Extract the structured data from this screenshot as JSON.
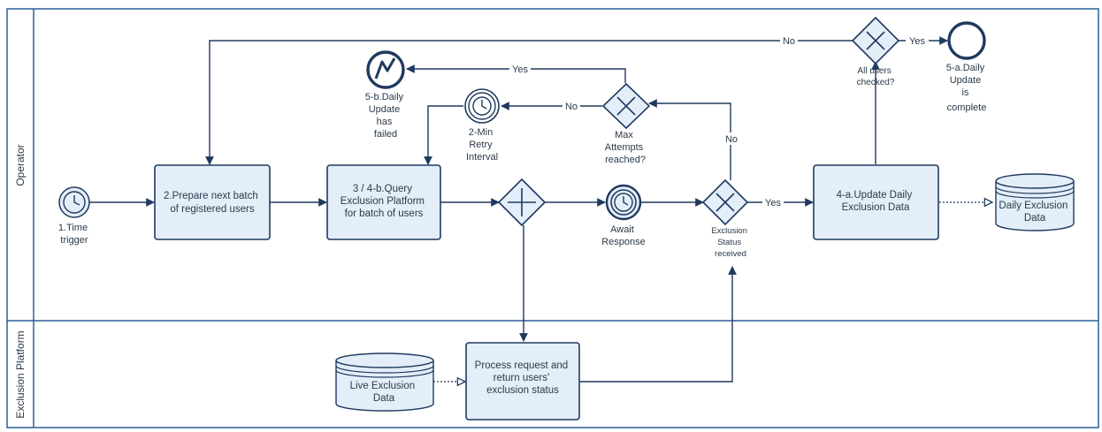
{
  "lanes": {
    "operator": "Operator",
    "platform": "Exclusion Platform"
  },
  "tasks": {
    "prepare": [
      "2.Prepare next batch",
      "of registered users"
    ],
    "query": [
      "3 / 4-b.Query",
      "Exclusion Platform",
      "for batch of users"
    ],
    "update": [
      "4-a.Update Daily",
      "Exclusion Data"
    ],
    "process": [
      "Process request and",
      "return users'",
      "exclusion status"
    ]
  },
  "events": {
    "time_trigger": [
      "1.Time",
      "trigger"
    ],
    "await": [
      "Await",
      "Response"
    ],
    "retry": [
      "2-Min",
      "Retry",
      "Interval"
    ],
    "failed": [
      "5-b.Daily",
      "Update",
      "has",
      "failed"
    ],
    "complete": [
      "5-a.Daily",
      "Update",
      "is",
      "complete"
    ]
  },
  "gateways": {
    "exclusion_status": [
      "Exclusion",
      "Status",
      "received"
    ],
    "max_attempts": [
      "Max",
      "Attempts",
      "reached?"
    ],
    "all_users": [
      "All users",
      "checked?"
    ]
  },
  "data_stores": {
    "daily": [
      "Daily Exclusion",
      "Data"
    ],
    "live": [
      "Live Exclusion",
      "Data"
    ]
  },
  "edge_labels": {
    "yes_update": "Yes",
    "no_to_gateway": "No",
    "no_retry": "No",
    "yes_failed": "Yes",
    "no_loop": "No",
    "yes_complete": "Yes"
  },
  "colors": {
    "stroke": "#1f3a5f",
    "fill": "#e4eef9"
  }
}
